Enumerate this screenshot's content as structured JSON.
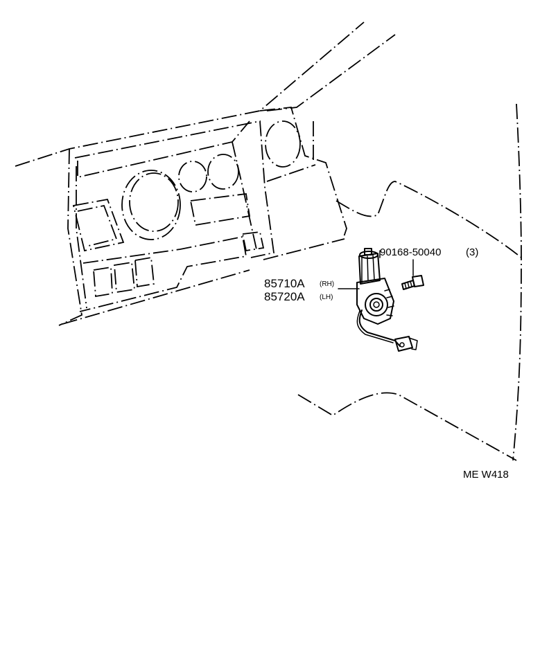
{
  "parts": {
    "motor_rh": {
      "number": "85710A",
      "suffix": "(RH)"
    },
    "motor_lh": {
      "number": "85720A",
      "suffix": "(LH)"
    },
    "screw": {
      "number": "90168-50040",
      "qty": "(3)"
    }
  },
  "figure_code": "ME W418",
  "colors": {
    "ink": "#000000",
    "paper": "#ffffff"
  }
}
